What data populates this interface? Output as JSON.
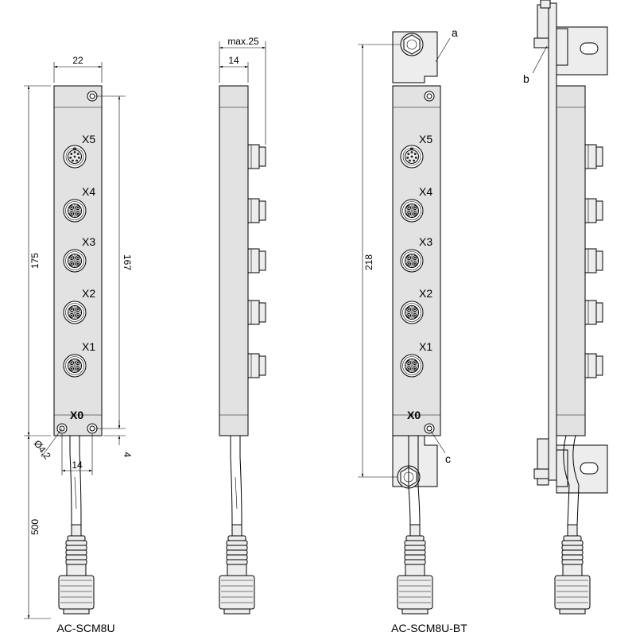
{
  "views": {
    "front_scm8u": {
      "dim_width": "22",
      "dim_height_left": "175",
      "dim_height_right": "167",
      "dim_hole_dia": "Ø4,2",
      "dim_hole_spacing": "14",
      "dim_hole_offset": "4",
      "dim_cable": "500",
      "ports": [
        "X5",
        "X4",
        "X3",
        "X2",
        "X1",
        "X0"
      ],
      "model": "AC-SCM8U"
    },
    "side_scm8u": {
      "dim_max_depth": "max.25",
      "dim_body_depth": "14"
    },
    "front_scm8u_bt": {
      "dim_hole_spacing": "218",
      "ports": [
        "X5",
        "X4",
        "X3",
        "X2",
        "X1",
        "X0"
      ],
      "callout_a": "a",
      "callout_c": "c",
      "model": "AC-SCM8U-BT"
    },
    "side_scm8u_bt": {
      "callout_b": "b"
    }
  }
}
